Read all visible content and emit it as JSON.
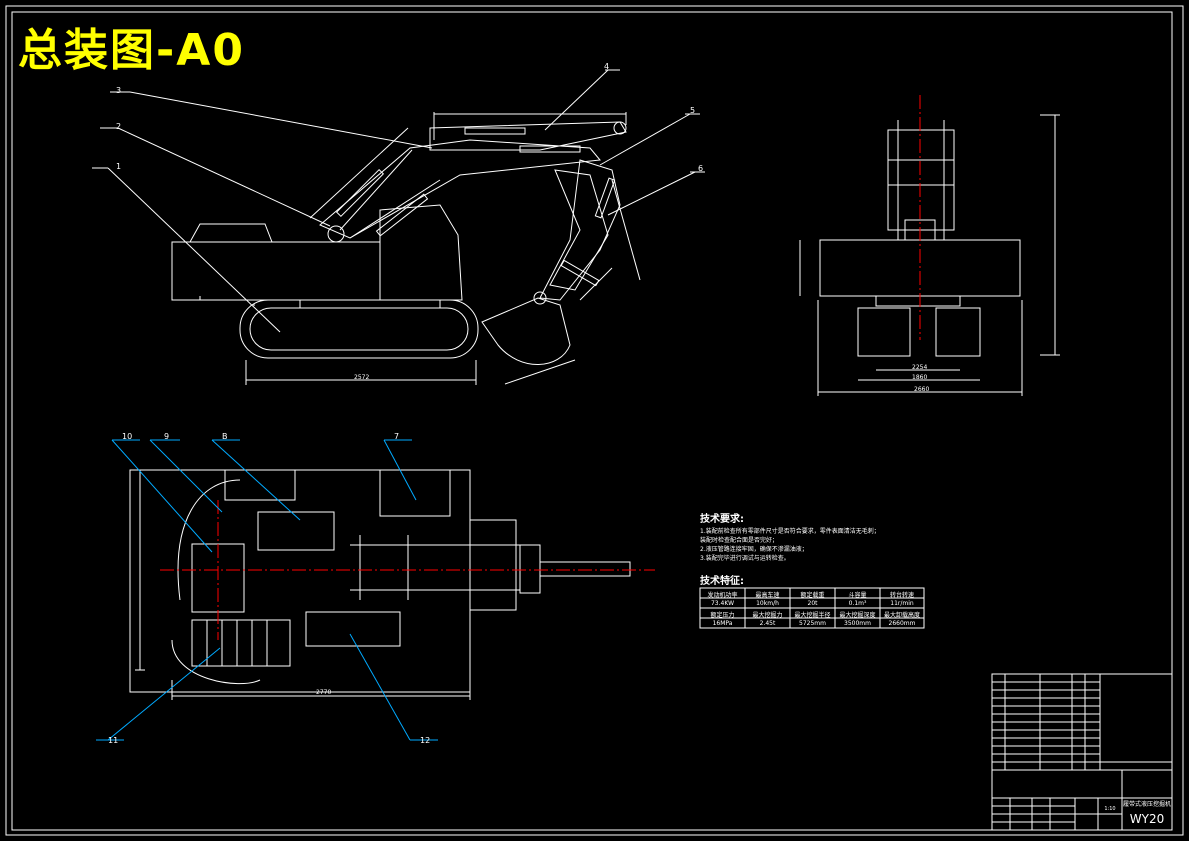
{
  "title": "总装图-A0",
  "callouts": [
    "1",
    "2",
    "3",
    "4",
    "5",
    "6",
    "7",
    "B",
    "9",
    "10",
    "11",
    "12"
  ],
  "dimensions": {
    "side_track_length": "2572",
    "front_total_width": "2660",
    "front_track_gauge": "1860",
    "front_track_inner": "2254",
    "plan_length": "2770"
  },
  "tech_requirements": {
    "heading": "技术要求:",
    "lines": [
      "1.装配前检查所有零部件尺寸是否符合要求，零件表面清洁无毛刺；",
      "  装配时检查配合面是否完好；",
      "2.液压管路连接牢固，确保不渗漏油液；",
      "3.装配完毕进行调试与运转检查。"
    ]
  },
  "tech_specs": {
    "heading": "技术特征:",
    "headers": [
      "发动机功率",
      "最高车速",
      "额定载重",
      "斗容量",
      "转台转速"
    ],
    "row1": [
      "73.4KW",
      "10km/h",
      "20t",
      "0.1m³",
      "11r/min"
    ],
    "headers2": [
      "额定压力",
      "最大挖掘力",
      "最大挖掘半径",
      "最大挖掘深度",
      "最大卸载高度"
    ],
    "row2": [
      "16MPa",
      "2.45t",
      "5725mm",
      "3500mm",
      "2660mm"
    ]
  },
  "title_block": {
    "drawing_name": "履带式液压挖掘机",
    "drawing_code": "WY20",
    "scale": "1:10"
  },
  "colors": {
    "line": "#ffffff",
    "title": "#ffff00",
    "leader": "#00aaff",
    "center": "#ff0000"
  }
}
